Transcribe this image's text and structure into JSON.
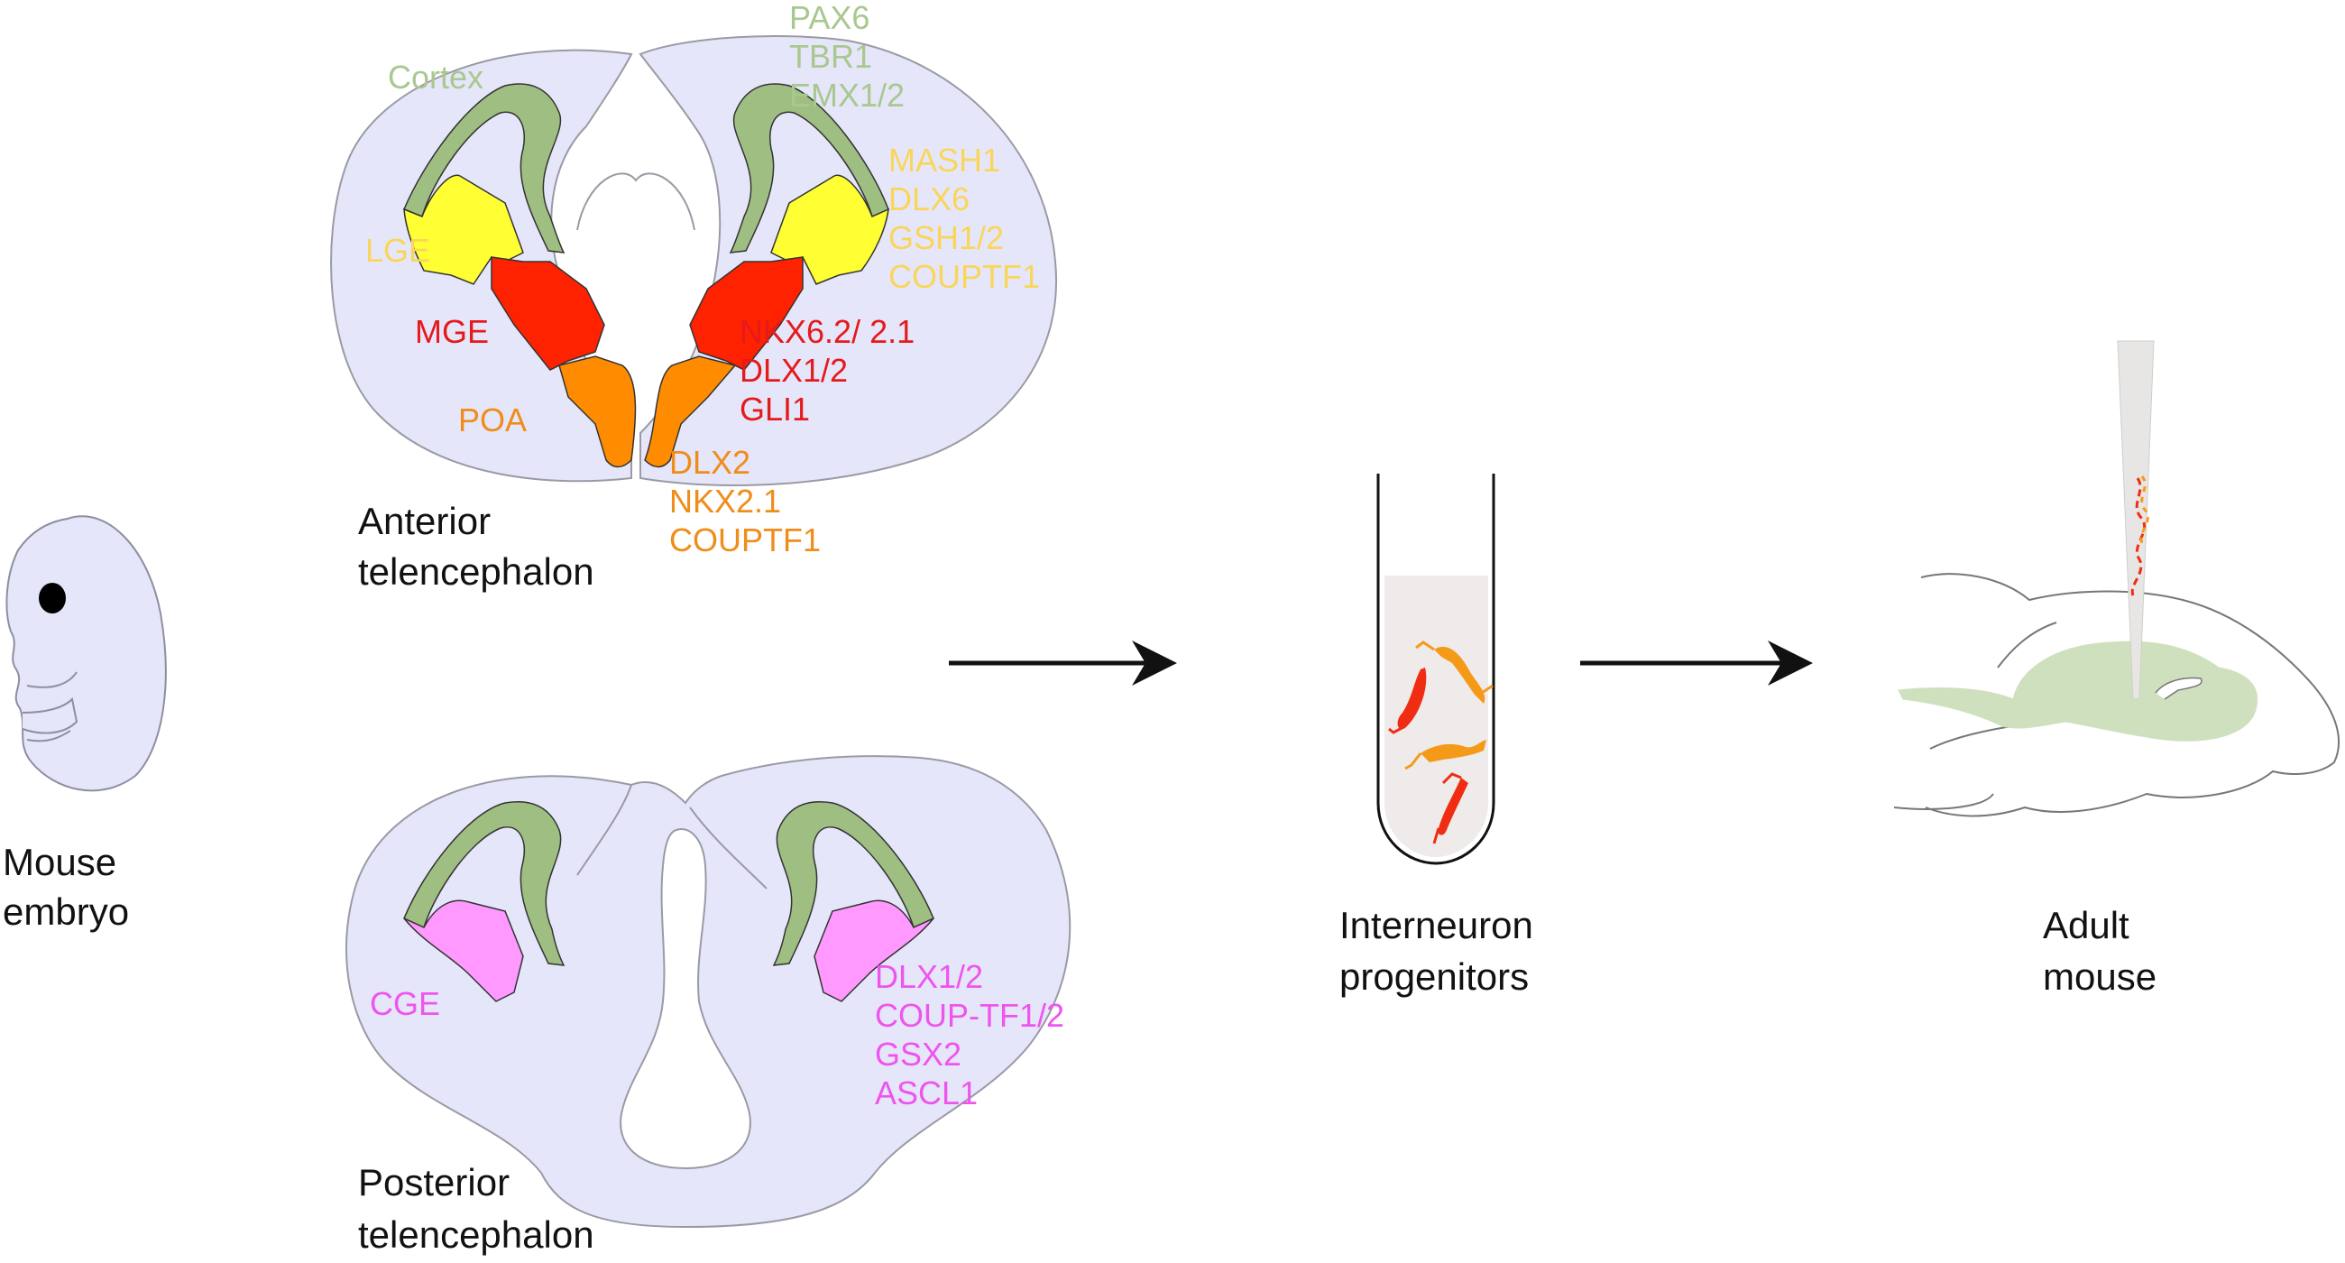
{
  "colors": {
    "tissue": "#e6e6fa",
    "cortex": "#9fbf82",
    "lge": "#ffff33",
    "mge": "#ff2200",
    "poa": "#ff8c00",
    "cge": "#ff99ff",
    "cortex_text": "#a9c88f",
    "lge_text": "#f9d65a",
    "mge_text": "#e41a1c",
    "poa_text": "#f08c1a",
    "cge_text": "#ee55ee",
    "adult_brain": "#cfe0bf",
    "outline": "#9a9aa5",
    "black": "#111111"
  },
  "embryo": {
    "caption_line1": "Mouse",
    "caption_line2": "embryo"
  },
  "anterior": {
    "caption_line1": "Anterior",
    "caption_line2": "telencephalon",
    "label_cortex": "Cortex",
    "label_lge": "LGE",
    "label_mge": "MGE",
    "label_poa": "POA",
    "cortex_markers": [
      "PAX6",
      "TBR1",
      "EMX1/2"
    ],
    "lge_markers": [
      "MASH1",
      "DLX6",
      "GSH1/2",
      "COUPTF1"
    ],
    "mge_markers": [
      "NKX6.2/ 2.1",
      "DLX1/2",
      "GLI1"
    ],
    "poa_markers": [
      "DLX2",
      "NKX2.1",
      "COUPTF1"
    ]
  },
  "posterior": {
    "caption_line1": "Posterior",
    "caption_line2": "telencephalon",
    "label_cge": "CGE",
    "cge_markers": [
      "DLX1/2",
      "COUP-TF1/2",
      "GSX2",
      "ASCL1"
    ]
  },
  "tube": {
    "caption_line1": "Interneuron",
    "caption_line2": "progenitors"
  },
  "adult": {
    "caption_line1": "Adult",
    "caption_line2": "mouse"
  }
}
